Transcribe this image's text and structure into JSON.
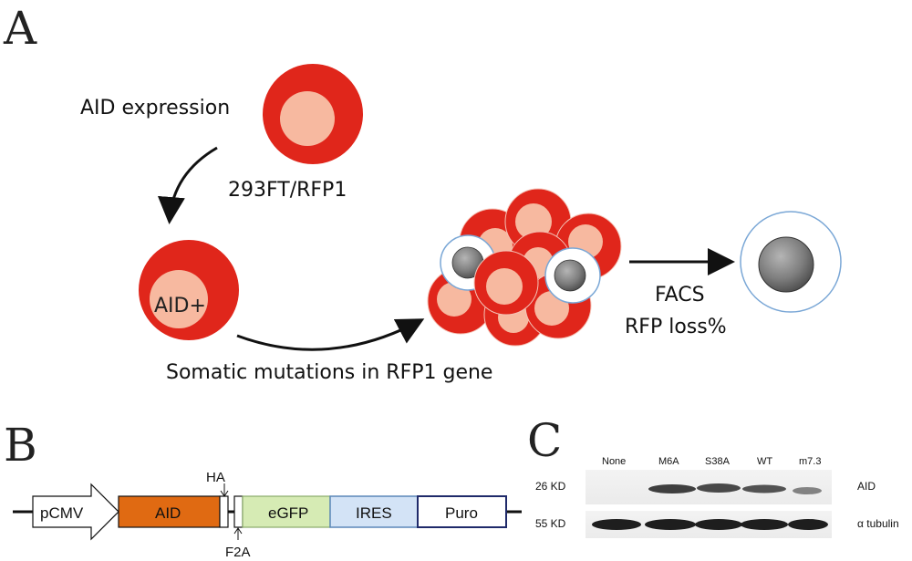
{
  "panel_a": {
    "letter": "A",
    "aid_expression": "AID expression",
    "cell_line": "293FT/RFP1",
    "aid_plus": "AID+",
    "somatic_mutations": "Somatic mutations in RFP1 gene",
    "facs": "FACS",
    "rfp_loss": "RFP loss%"
  },
  "panel_b": {
    "letter": "B",
    "elements": [
      "pCMV",
      "AID",
      "eGFP",
      "IRES",
      "Puro"
    ],
    "ha_label": "HA",
    "f2a_label": "F2A"
  },
  "panel_c": {
    "letter": "C",
    "lanes": [
      "None",
      "M6A",
      "S38A",
      "WT",
      "m7.3"
    ],
    "markers": [
      "26 KD",
      "55 KD"
    ],
    "bands": [
      "AID",
      "α tubulin"
    ]
  },
  "colors": {
    "rfp_red": "#e0261b",
    "nucleus_pink": "#f7b9a0",
    "aid_orange": "#e06a12",
    "egfp_green": "#d6ebb4",
    "ires_blue": "#d3e3f6",
    "puro_navy": "#1f2a6a",
    "lost_cell_border": "#7aa7d6"
  }
}
